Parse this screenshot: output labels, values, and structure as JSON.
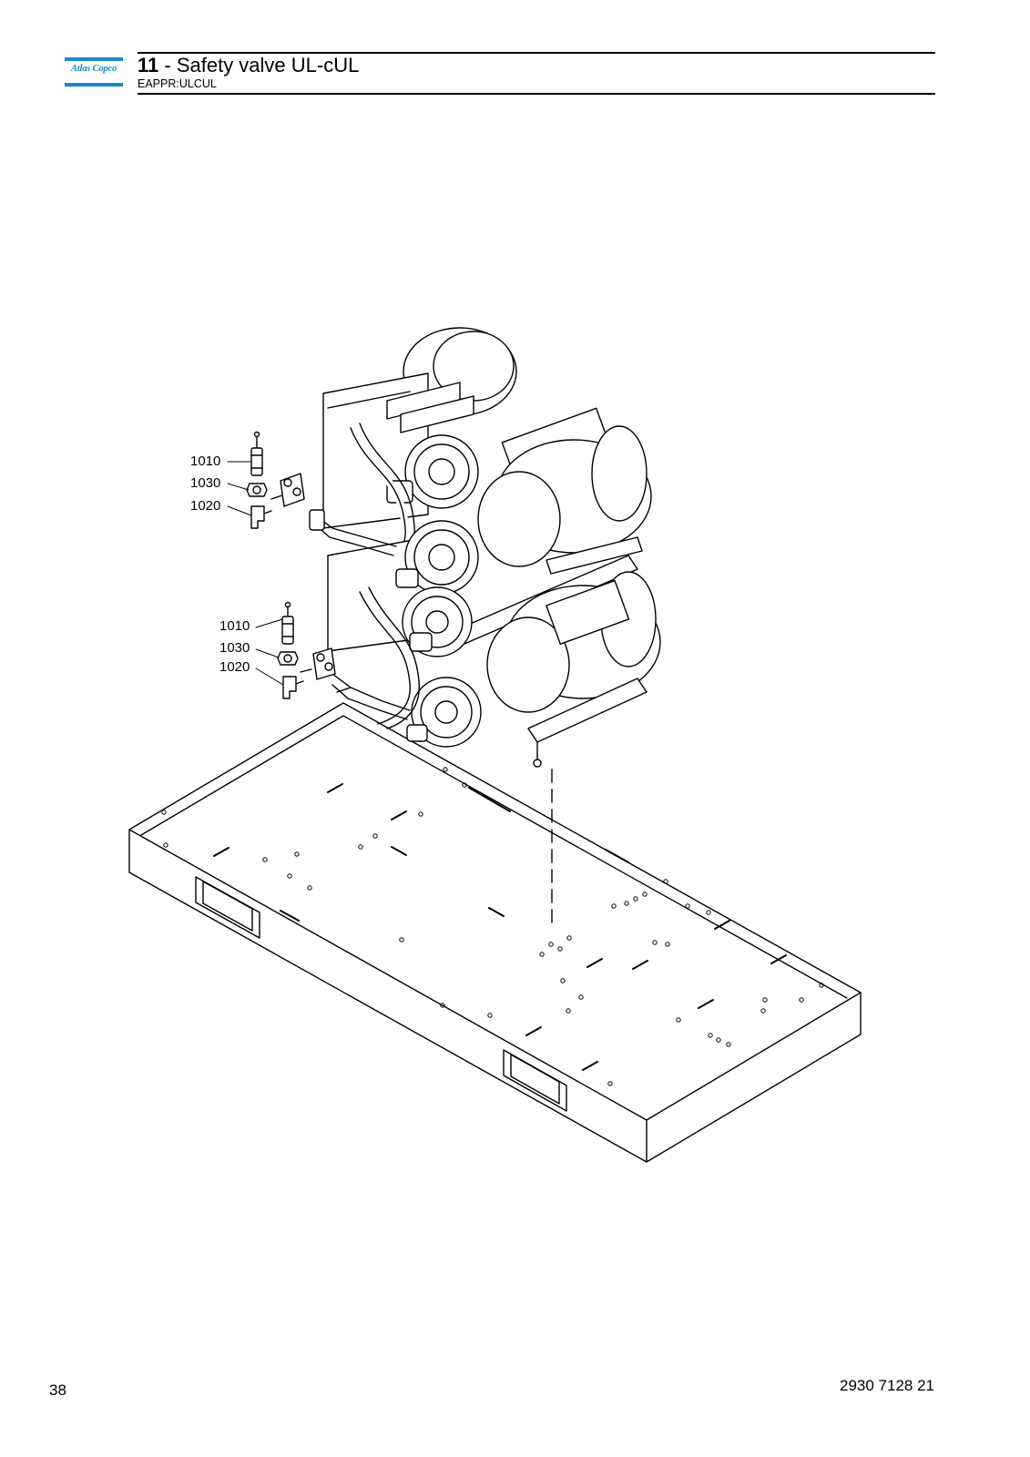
{
  "header": {
    "logo_text": "Atlas Copco",
    "section_number": "11",
    "title_separator": " - ",
    "title": "Safety valve UL-cUL",
    "subtitle": "EAPPR:ULCUL"
  },
  "callouts": {
    "upper": [
      "1010",
      "1030",
      "1020"
    ],
    "lower": [
      "1010",
      "1030",
      "1020"
    ]
  },
  "footer": {
    "page_number": "38",
    "document_number": "2930 7128 21"
  },
  "colors": {
    "brand_blue": "#1a8ac9",
    "ink": "#000000"
  }
}
